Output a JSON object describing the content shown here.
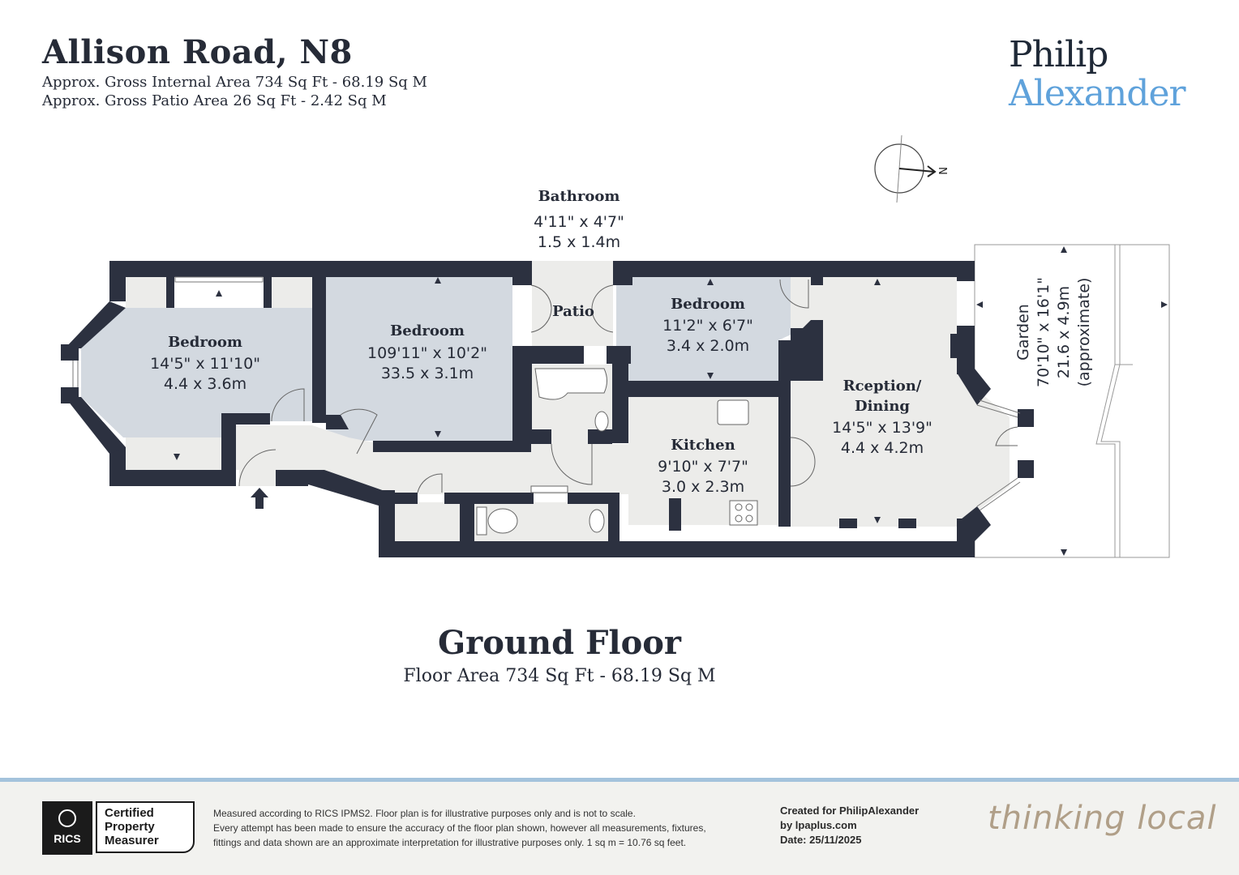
{
  "header": {
    "title": "Allison Road, N8",
    "gross_internal_area": "Approx. Gross Internal Area 734 Sq Ft - 68.19 Sq M",
    "gross_patio_area": "Approx. Gross Patio Area 26 Sq Ft - 2.42 Sq M"
  },
  "brand": {
    "line1": "Philip",
    "line2": "Alexander",
    "accent_color": "#5fa2db"
  },
  "compass": {
    "label": "N",
    "icon": "north-arrow-icon"
  },
  "rooms": {
    "bedroom1": {
      "name": "Bedroom",
      "imperial": "14'5\" x 11'10\"",
      "metric": "4.4 x 3.6m"
    },
    "bedroom2": {
      "name": "Bedroom",
      "imperial": "109'11\" x 10'2\"",
      "metric": "33.5 x 3.1m"
    },
    "bathroom": {
      "name": "Bathroom",
      "imperial": "4'11\" x 4'7\"",
      "metric": "1.5 x 1.4m"
    },
    "patio": {
      "name": "Patio"
    },
    "bedroom3": {
      "name": "Bedroom",
      "imperial": "11'2\" x 6'7\"",
      "metric": "3.4 x 2.0m"
    },
    "kitchen": {
      "name": "Kitchen",
      "imperial": "9'10\" x 7'7\"",
      "metric": "3.0 x 2.3m"
    },
    "reception": {
      "name_line1": "Rception/",
      "name_line2": "Dining",
      "imperial": "14'5\" x 13'9\"",
      "metric": "4.4 x 4.2m"
    },
    "garden": {
      "name": "Garden",
      "imperial": "70'10\" x 16'1\"",
      "metric": "21.6 x 4.9m",
      "note": "(approximate)"
    }
  },
  "floor": {
    "title": "Ground Floor",
    "area": "Floor Area 734 Sq Ft - 68.19 Sq M"
  },
  "footer": {
    "rics_mark": "RICS",
    "cert_line1": "Certified",
    "cert_line2": "Property",
    "cert_line3": "Measurer",
    "disclaimer_line1": "Measured according to RICS IPMS2. Floor plan is for illustrative purposes only and is not to scale.",
    "disclaimer_line2": "Every attempt has been made to ensure the accuracy of the floor plan shown, however all measurements, fixtures,",
    "disclaimer_line3": "fittings and data shown are an approximate interpretation for illustrative purposes only. 1 sq m = 10.76 sq feet.",
    "created_for": "Created for PhilipAlexander",
    "created_by": "by lpaplus.com",
    "date": "Date: 25/11/2025",
    "tagline": "thinking local",
    "rule_color": "#a4c3dc"
  },
  "colors": {
    "wall": "#2c3140",
    "bedroom_fill": "#d3d9e0",
    "floor_fill": "#ececea",
    "text": "#262b37"
  }
}
